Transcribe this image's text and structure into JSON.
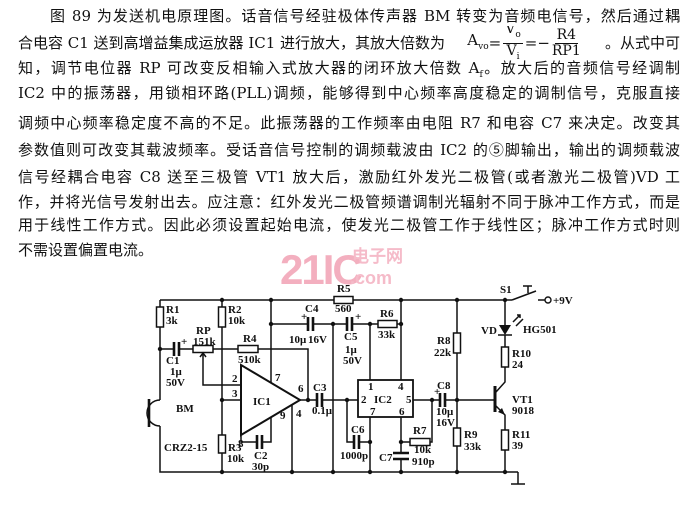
{
  "text": {
    "line1": "图 89 为发送机电原理图。话音信号经驻极体传声器 BM 转变为音频电信号，然后通过耦",
    "line2_pre": "合电容 C1 送到高增益集成运放器 IC1 进行放大，其放大倍数为",
    "formula": {
      "lhs": "A",
      "lhs_sub": "vo",
      "eq": "=",
      "num": "V",
      "num_sub": "o",
      "den": "V",
      "den_sub": "i",
      "minus": "=−",
      "r_num": "R4",
      "r_den": "RP1"
    },
    "line2_post": "。从式中可",
    "line3_pre": "知，调节电位器 RP 可改变反相输入式放大器的闭环放大倍数 A",
    "line3_sub": "f",
    "line3_post": "。放大后的音频信号经调制",
    "line4": "IC2 中的振荡器，用锁相环路(PLL)调频，能够得到中心频率高度稳定的调制信号，克服直接",
    "line5": "调频中心频率稳定度不高的不足。此振荡器的工作频率由电阻 R7 和电容 C7 来决定。改变其",
    "line6": "参数值则可改变其载波频率。受话音信号控制的调频载波由 IC2 的⑤脚输出，输出的调频载波",
    "line7": "信号经耦合电容 C8 送至三极管 VT1 放大后，激励红外发光二极管(或者激光二极管)VD 工",
    "line8": "作，并将光信号发射出去。应注意：红外发光二极管频谱调制光辐射不同于脉冲工作方式，而是",
    "line9": "用于线性工作方式。因此必须设置起始电流，使发光二极管工作于线性区；脉冲工作方式时则",
    "line10": "不需设置偏置电流。"
  },
  "watermark": {
    "brand": "21IC",
    "cn": "电子网",
    "domain": ".com",
    "color": "#f2a2b4"
  },
  "diagram": {
    "R1": "R1",
    "R1v": "3k",
    "R2": "R2",
    "R2v": "10k",
    "RP": "RP",
    "RPv": "151k",
    "R4": "R4",
    "R4v": "510k",
    "C1": "C1",
    "C1v": "1μ",
    "C1u": "50V",
    "BM": "BM",
    "BMt": "CRZ2-15",
    "R3": "R3",
    "R3v": "10k",
    "C2": "C2",
    "C2v": "30p",
    "IC1": "IC1",
    "ic1_pins": {
      "p2": "2",
      "p3": "3",
      "p7": "7",
      "p6": "6",
      "p4": "4",
      "p9": "9",
      "p8": "8"
    },
    "C4": "C4",
    "C4v": "10μ",
    "C4u": "16V",
    "R5": "R5",
    "R5v": "560",
    "C5": "C5",
    "C5v": "1μ",
    "C5u": "50V",
    "R6": "R6",
    "R6v": "33k",
    "C3": "C3",
    "C3v": "0.1μ",
    "IC2": "IC2",
    "ic2_pins": {
      "p1": "1",
      "p4": "4",
      "p2": "2",
      "p5": "5",
      "p7": "7",
      "p6": "6"
    },
    "C6": "C6",
    "C6v": "1000p",
    "C7": "C7",
    "R7": "R7",
    "R7v": "10k",
    "C7v": "910p",
    "C8": "C8",
    "C8v": "10μ",
    "C8u": "16V",
    "R8": "R8",
    "R8v": "22k",
    "R9": "R9",
    "R9v": "33k",
    "VD": "VD",
    "VDt": "HG501",
    "R10": "R10",
    "R10v": "24",
    "VT1": "VT1",
    "VT1t": "9018",
    "R11": "R11",
    "R11v": "39",
    "S1": "S1",
    "supply": "+9V",
    "plus": "+"
  }
}
